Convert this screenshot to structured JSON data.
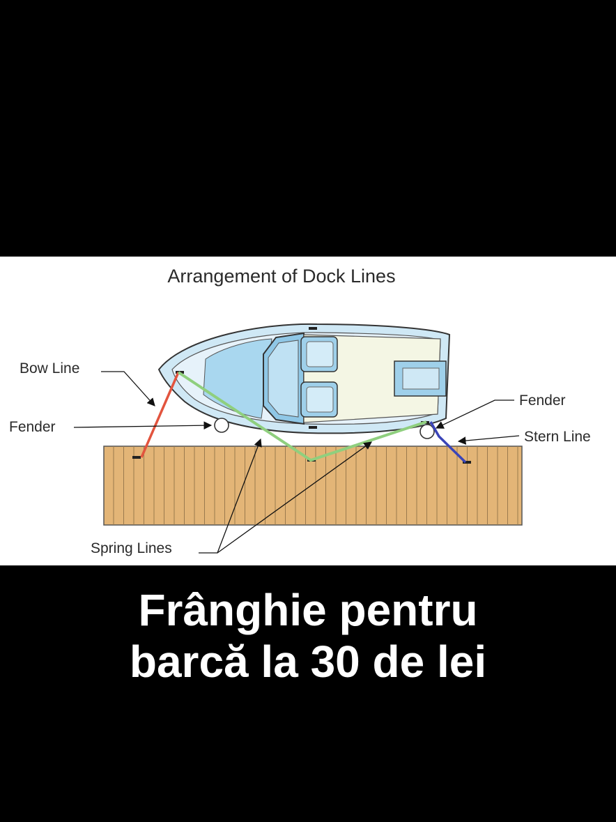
{
  "diagram": {
    "title": "Arrangement of Dock Lines",
    "labels": {
      "bow_line": "Bow Line",
      "fender_left": "Fender",
      "fender_right": "Fender",
      "stern_line": "Stern Line",
      "spring_lines": "Spring Lines"
    },
    "colors": {
      "bow_line": "#e2543e",
      "spring_lines": "#8fcf7e",
      "stern_line": "#3a44b8",
      "dock": "#e3b577",
      "hull": "#cfe8f5",
      "deck": "#f4f6e4",
      "cockpit": "#9fd0ea"
    }
  },
  "caption": {
    "line1": "Frânghie pentru",
    "line2": "barcă la 30 de lei"
  }
}
